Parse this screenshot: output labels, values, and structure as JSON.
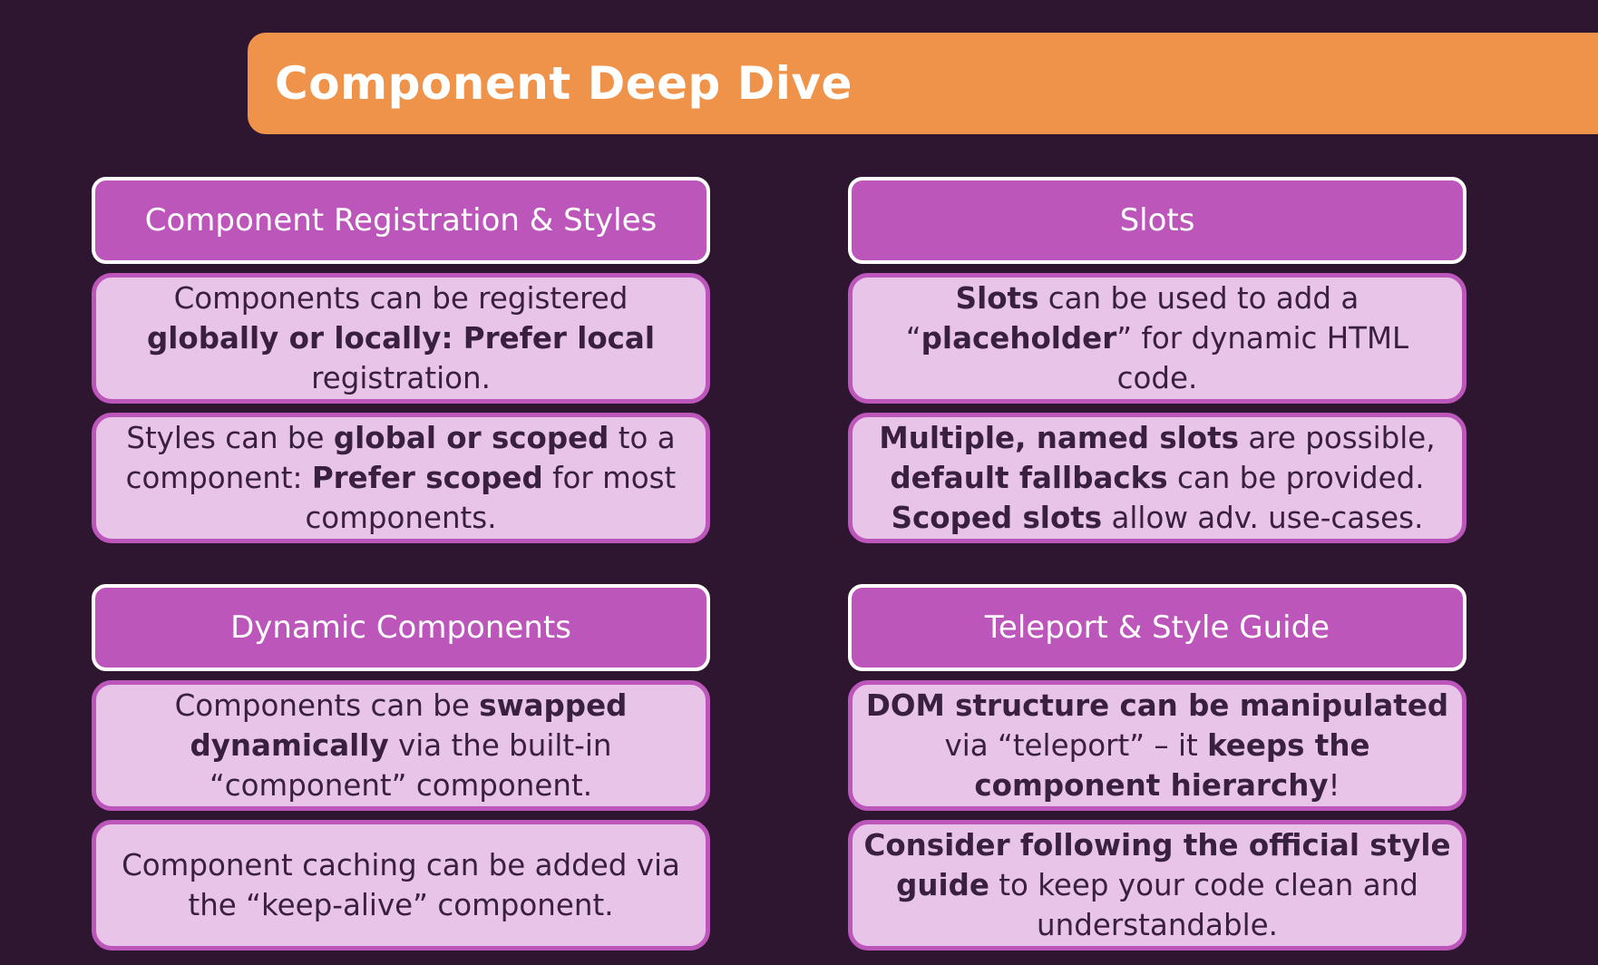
{
  "banner": {
    "title": "Component Deep Dive"
  },
  "sections": [
    {
      "title": "Component Registration & Styles",
      "cards": [
        {
          "parts": [
            {
              "t": "Components can be registered "
            },
            {
              "t": "globally or locally: Prefer local",
              "b": true
            },
            {
              "t": " registration."
            }
          ]
        },
        {
          "parts": [
            {
              "t": "Styles can be "
            },
            {
              "t": "global or scoped",
              "b": true
            },
            {
              "t": " to a component: "
            },
            {
              "t": "Prefer scoped",
              "b": true
            },
            {
              "t": " for most components."
            }
          ]
        }
      ]
    },
    {
      "title": "Slots",
      "cards": [
        {
          "parts": [
            {
              "t": "Slots",
              "b": true
            },
            {
              "t": " can be used to add a “"
            },
            {
              "t": "placeholder",
              "b": true
            },
            {
              "t": "” for dynamic HTML code."
            }
          ]
        },
        {
          "parts": [
            {
              "t": "Multiple, named slots",
              "b": true
            },
            {
              "t": " are possible, "
            },
            {
              "t": "default fallbacks",
              "b": true
            },
            {
              "t": " can be provided. "
            },
            {
              "t": "Scoped slots",
              "b": true
            },
            {
              "t": " allow adv. use-cases."
            }
          ]
        }
      ]
    },
    {
      "title": "Dynamic Components",
      "cards": [
        {
          "parts": [
            {
              "t": "Components can be "
            },
            {
              "t": "swapped dynamically",
              "b": true
            },
            {
              "t": " via the built-in “component” component."
            }
          ]
        },
        {
          "parts": [
            {
              "t": "Component caching can be added via the “keep-alive” component."
            }
          ]
        }
      ]
    },
    {
      "title": "Teleport & Style Guide",
      "cards": [
        {
          "parts": [
            {
              "t": "DOM structure can be manipulated",
              "b": true
            },
            {
              "t": " via “teleport” – it "
            },
            {
              "t": "keeps the component hierarchy",
              "b": true
            },
            {
              "t": "!"
            }
          ]
        },
        {
          "parts": [
            {
              "t": "Consider following the official style guide",
              "b": true
            },
            {
              "t": " to keep your code clean and understandable."
            }
          ]
        }
      ]
    }
  ]
}
